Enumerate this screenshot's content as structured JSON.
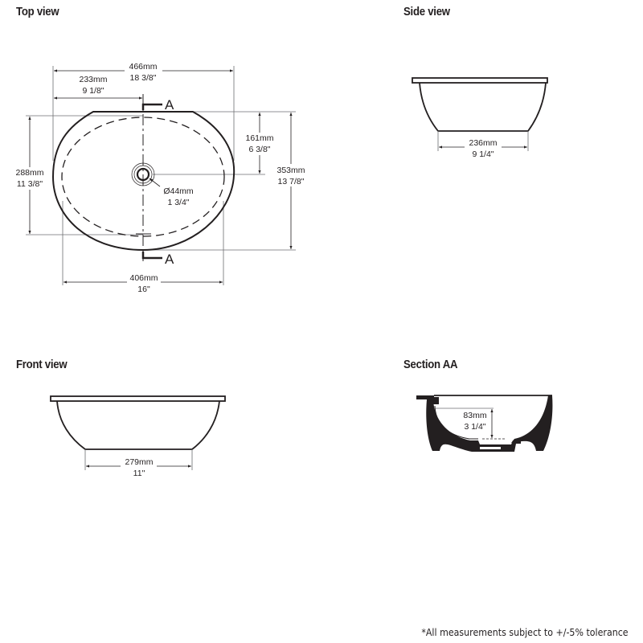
{
  "views": {
    "top": {
      "title": "Top view",
      "dims": {
        "overall_width": {
          "mm": "466mm",
          "in": "18 3/8\""
        },
        "half_width": {
          "mm": "233mm",
          "in": "9 1/8\""
        },
        "drain_offset": {
          "mm": "161mm",
          "in": "6 3/8\""
        },
        "overall_depth": {
          "mm": "353mm",
          "in": "13 7/8\""
        },
        "inner_depth": {
          "mm": "288mm",
          "in": "11 3/8\""
        },
        "drain_diameter": {
          "mm": "Ø44mm",
          "in": "1 3/4\""
        },
        "inner_width": {
          "mm": "406mm",
          "in": "16\""
        }
      },
      "section_marker": "A"
    },
    "side": {
      "title": "Side view",
      "dims": {
        "base_width": {
          "mm": "236mm",
          "in": "9 1/4\""
        }
      }
    },
    "front": {
      "title": "Front view",
      "dims": {
        "base_width": {
          "mm": "279mm",
          "in": "11\""
        }
      }
    },
    "section": {
      "title": "Section AA",
      "dims": {
        "bowl_depth": {
          "mm": "83mm",
          "in": "3 1/4\""
        }
      }
    }
  },
  "footnote": "*All measurements subject to +/-5% tolerance",
  "colors": {
    "line": "#231f20",
    "dim_line": "#6d6e71",
    "background": "#ffffff"
  }
}
